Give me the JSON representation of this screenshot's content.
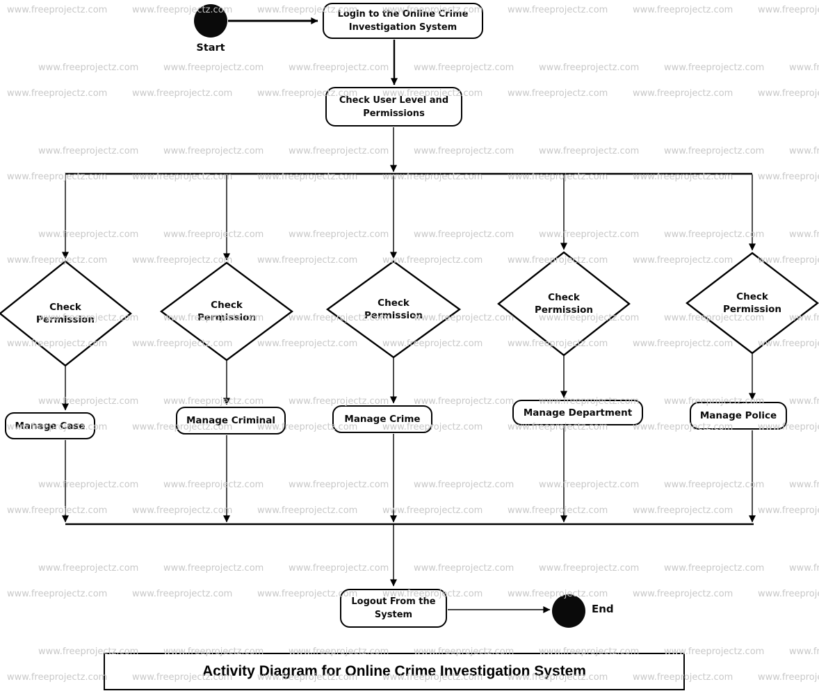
{
  "watermark": {
    "text": "www.freeprojectz.com",
    "color": "#c8c8c8"
  },
  "diagram": {
    "title": "Activity Diagram for Online Crime Investigation System",
    "colors": {
      "stroke": "#000000",
      "node_fill": "#ffffff",
      "terminator_fill": "#0a0a0a"
    },
    "start": {
      "label": "Start"
    },
    "end": {
      "label": "End"
    },
    "login": {
      "label": "Login to the Online Crime\nInvestigation System"
    },
    "check_user": {
      "label": "Check User Level and\nPermissions"
    },
    "logout": {
      "label": "Logout From the\nSystem"
    },
    "decisions": [
      {
        "label": "Check\nPermission"
      },
      {
        "label": "Check\nPermission"
      },
      {
        "label": "Check\nPermission"
      },
      {
        "label": "Check\nPermission"
      },
      {
        "label": "Check\nPermission"
      }
    ],
    "actions": [
      {
        "label": "Manage Case"
      },
      {
        "label": "Manage Criminal"
      },
      {
        "label": "Manage Crime"
      },
      {
        "label": "Manage Department"
      },
      {
        "label": "Manage Police"
      }
    ]
  }
}
